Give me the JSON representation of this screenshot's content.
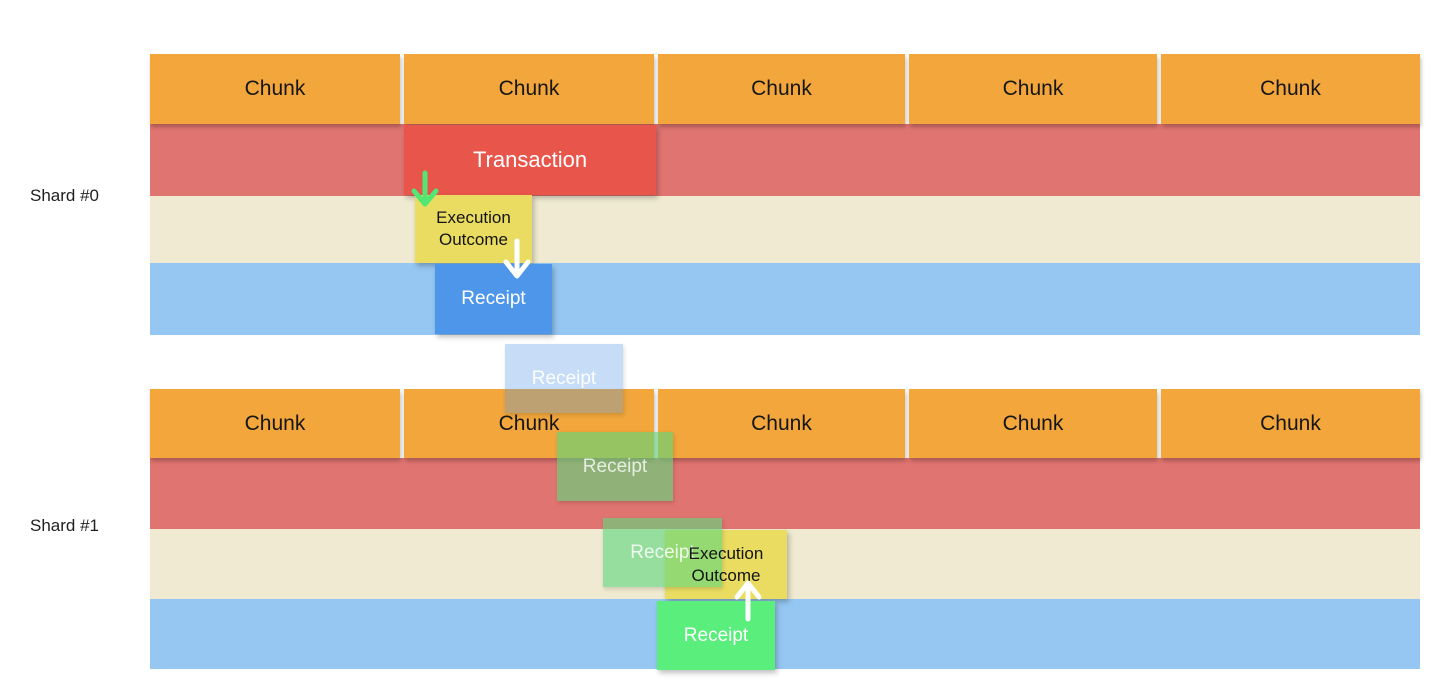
{
  "diagram": {
    "description_colors": {
      "chunk_orange": "#F2A63B",
      "band_red": "#E07470",
      "band_cream": "#EFEAD1",
      "band_blue": "#95C7F2",
      "transaction_red": "#E8554B",
      "outcome_yellow": "#E9DC61",
      "receipt_blue": "#4E96E9",
      "receipt_green": "#5AEE7D",
      "arrow_green": "#52E673",
      "arrow_white": "#FFFFFF"
    }
  },
  "shard0": {
    "label": "Shard #0",
    "chunks": [
      "Chunk",
      "Chunk",
      "Chunk",
      "Chunk",
      "Chunk"
    ],
    "transaction": "Transaction",
    "execution_outcome": {
      "line1": "Execution",
      "line2": "Outcome"
    },
    "receipt": "Receipt"
  },
  "transit": {
    "receipt_ghost_1": "Receipt",
    "receipt_ghost_2": "Receipt",
    "receipt_ghost_3": "Receipt"
  },
  "shard1": {
    "label": "Shard #1",
    "chunks": [
      "Chunk",
      "Chunk",
      "Chunk",
      "Chunk",
      "Chunk"
    ],
    "execution_outcome": {
      "line1": "Execution",
      "line2": "Outcome"
    },
    "receipt": "Receipt"
  }
}
